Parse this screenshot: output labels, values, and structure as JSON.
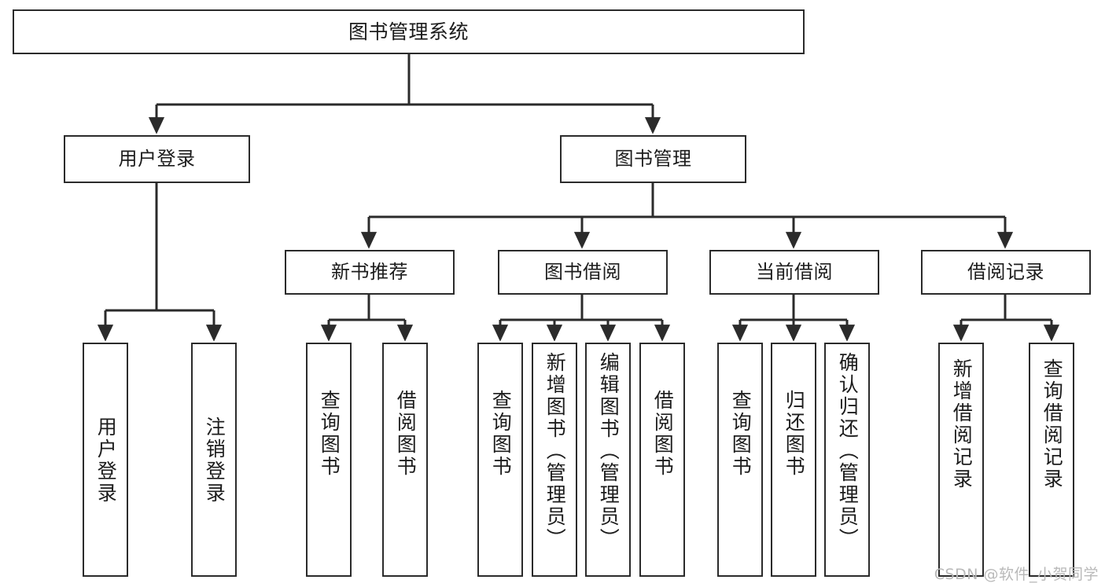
{
  "diagram": {
    "type": "tree",
    "title": "图书管理系统",
    "orientation": "top-down",
    "colors": {
      "background": "#ffffff",
      "node_border": "#2b2b2b",
      "node_fill": "#ffffff",
      "edge": "#2b2b2b",
      "text": "#1c1c1c",
      "watermark": "#b9b9b9"
    }
  },
  "nodes": {
    "root": {
      "label": "图书管理系统"
    },
    "level2": [
      {
        "label": "用户登录"
      },
      {
        "label": "图书管理"
      }
    ],
    "level3": [
      {
        "label": "新书推荐"
      },
      {
        "label": "图书借阅"
      },
      {
        "label": "当前借阅"
      },
      {
        "label": "借阅记录"
      }
    ],
    "leaves": {
      "user_login": [
        {
          "label": "用户登录"
        },
        {
          "label": "注销登录"
        }
      ],
      "new_book": [
        {
          "label": "查询图书"
        },
        {
          "label": "借阅图书"
        }
      ],
      "book_borrow": [
        {
          "label": "查询图书"
        },
        {
          "label": "新增图书（管理员）"
        },
        {
          "label": "编辑图书（管理员）"
        },
        {
          "label": "借阅图书"
        }
      ],
      "current_borrow": [
        {
          "label": "查询图书"
        },
        {
          "label": "归还图书"
        },
        {
          "label": "确认归还（管理员）"
        }
      ],
      "borrow_record": [
        {
          "label": "新增借阅记录"
        },
        {
          "label": "查询借阅记录"
        }
      ]
    }
  },
  "watermark": {
    "text": "CSDN @软件_小贺同学"
  }
}
